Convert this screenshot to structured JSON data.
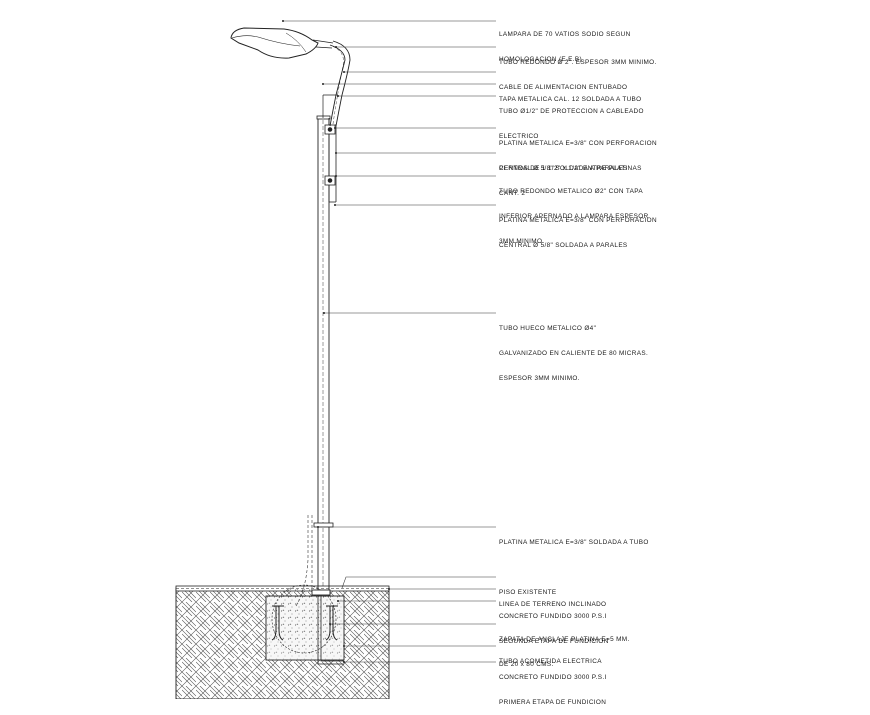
{
  "labels": [
    {
      "id": "lampara",
      "lines": [
        "LAMPARA DE 70 VATIOS SODIO SEGUN",
        "HOMOLOGACION (E.E.B)"
      ]
    },
    {
      "id": "tubo-2",
      "lines": [
        "TUBO REDONDO Ø 2\". ESPESOR 3MM MINIMO."
      ]
    },
    {
      "id": "cable",
      "lines": [
        "CABLE DE ALIMENTACION ENTUBADO"
      ]
    },
    {
      "id": "tapa",
      "lines": [
        "TAPA METALICA CAL. 12 SOLDADA A TUBO"
      ]
    },
    {
      "id": "tubo-proteccion",
      "lines": [
        "TUBO Ø1/2\" DE PROTECCION A CABLEADO",
        "ELECTRICO"
      ]
    },
    {
      "id": "platina-sup",
      "lines": [
        "PLATINA METALICA E=3/8\" CON PERFORACION",
        "CENTRAL Ø 5/8\" SOLDADA A PARALES"
      ]
    },
    {
      "id": "pernos",
      "lines": [
        "PERNOS DE 1 1/2\" x 1/2\" ENTRE PLATINAS",
        "CANT. 2"
      ]
    },
    {
      "id": "tubo-tapa",
      "lines": [
        "TUBO REDONDO METALICO Ø2\" CON TAPA",
        "INFERIOR APERNADO A LAMPARA ESPESOR",
        "3MM MINIMO."
      ]
    },
    {
      "id": "platina-inf",
      "lines": [
        "PLATINA METALICA E=3/8\" CON PERFORACION",
        "CENTRAL Ø 5/8\" SOLDADA A PARALES"
      ]
    },
    {
      "id": "tubo-hueco",
      "lines": [
        "TUBO HUECO METALICO Ø4\"",
        "GALVANIZADO EN CALIENTE DE 80 MICRAS.",
        "ESPESOR 3MM MINIMO."
      ]
    },
    {
      "id": "platina-base",
      "lines": [
        "PLATINA METALICA E=3/8\" SOLDADA A TUBO"
      ]
    },
    {
      "id": "piso",
      "lines": [
        "PISO EXISTENTE"
      ]
    },
    {
      "id": "terreno",
      "lines": [
        "LINEA DE TERRENO INCLINADO"
      ]
    },
    {
      "id": "concreto-2",
      "lines": [
        "CONCRETO FUNDIDO 3000 P.S.I",
        "SEGUNDA ETAPA DE FUNDICION"
      ]
    },
    {
      "id": "zapata",
      "lines": [
        "ZAPATA DE ANCLAJE PLATINA E=5 MM.",
        "DE 20 x 80 CMS."
      ]
    },
    {
      "id": "acometida",
      "lines": [
        "TUBO ACOMETIDA ELECTRICA"
      ]
    },
    {
      "id": "concreto-1",
      "lines": [
        "CONCRETO FUNDIDO 3000 P.S.I",
        "PRIMERA ETAPA DE FUNDICION"
      ]
    }
  ],
  "colors": {
    "line": "#222222",
    "leader": "#333333",
    "hatch": "#555555",
    "concrete": "#f7f7f7"
  }
}
